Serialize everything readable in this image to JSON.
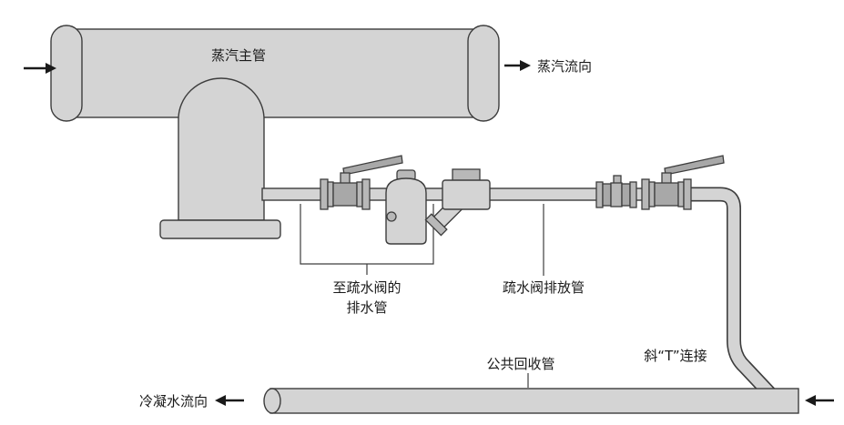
{
  "diagram": {
    "title": "steam-trap-piping-schematic",
    "labels": {
      "steam_main": "蒸汽主管",
      "steam_flow": "蒸汽流向",
      "drain_line_1": "至疏水阀的",
      "drain_line_2": "排水管",
      "trap_discharge": "疏水阀排放管",
      "common_return": "公共回收管",
      "angled_t": "斜“T”连接",
      "condensate_flow": "冷凝水流向"
    },
    "colors": {
      "pipe_fill": "#d4d4d4",
      "pipe_stroke": "#3d3d3d",
      "component_fill": "#b8b8b8",
      "handle_fill": "#a8a8a8",
      "background": "#ffffff",
      "text_color": "#1a1a1a"
    }
  }
}
